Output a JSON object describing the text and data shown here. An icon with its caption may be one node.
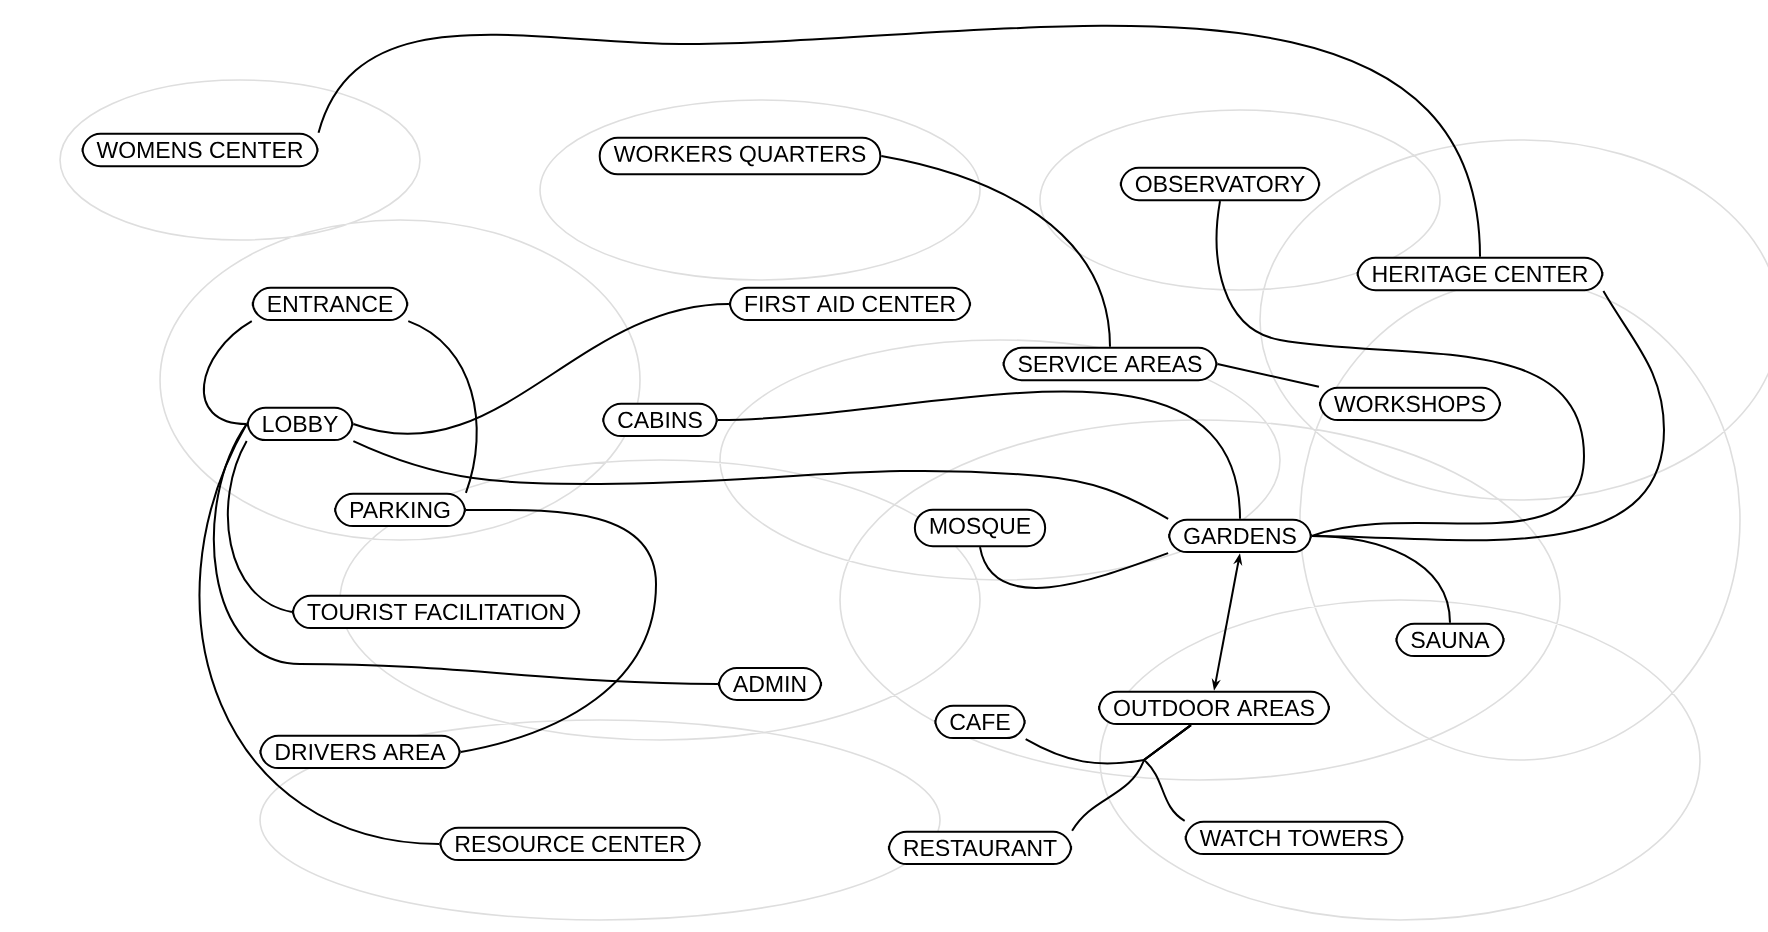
{
  "diagram": {
    "nodes": [
      {
        "text": [
          "WOMENS CENTER"
        ]
      },
      {
        "text": [
          "WORKERS QUARTERS"
        ]
      },
      {
        "text": [
          "OBSERVATORY"
        ]
      },
      {
        "text": [
          "ENTRANCE"
        ]
      },
      {
        "text": [
          "FIRST AID CENTER"
        ]
      },
      {
        "text": [
          "HERITAGE CENTER"
        ]
      },
      {
        "text": [
          "SERVICE AREAS"
        ]
      },
      {
        "text": [
          "WORKSHOPS"
        ]
      },
      {
        "text": [
          "LOBBY"
        ]
      },
      {
        "text": [
          "CABINS"
        ]
      },
      {
        "text": [
          "PARKING"
        ]
      },
      {
        "text": [
          "MOSQUE"
        ]
      },
      {
        "text": [
          "GARDENS"
        ]
      },
      {
        "text": [
          "TOURIST FACILITATION"
        ]
      },
      {
        "text": [
          "SAUNA"
        ]
      },
      {
        "text": [
          "ADMIN"
        ]
      },
      {
        "text": [
          "CAFE"
        ]
      },
      {
        "text": [
          "OUTDOOR AREAS"
        ]
      },
      {
        "text": [
          "DRIVERS AREA"
        ]
      },
      {
        "text": [
          "RESOURCE CENTER"
        ]
      },
      {
        "text": [
          "RESTAURANT"
        ]
      },
      {
        "text": [
          "WATCH TOWERS"
        ]
      }
    ],
    "edges": [
      {
        "from": 0,
        "to": 5,
        "arrow": "none"
      },
      {
        "from": 1,
        "to": 6,
        "arrow": "none"
      },
      {
        "from": 2,
        "to": 12,
        "arrow": "none"
      },
      {
        "from": 5,
        "to": 12,
        "arrow": "none"
      },
      {
        "from": 6,
        "to": 7,
        "arrow": "none"
      },
      {
        "from": 9,
        "to": 12,
        "arrow": "none"
      },
      {
        "from": 8,
        "to": 12,
        "arrow": "none"
      },
      {
        "from": 11,
        "to": 12,
        "arrow": "none"
      },
      {
        "from": 12,
        "to": 17,
        "arrow": "both"
      },
      {
        "from": 12,
        "to": 14,
        "arrow": "none"
      },
      {
        "from": 3,
        "to": 8,
        "arrow": "none"
      },
      {
        "from": 3,
        "to": 10,
        "arrow": "none"
      },
      {
        "from": 8,
        "to": 4,
        "arrow": "none"
      },
      {
        "from": 8,
        "to": 13,
        "arrow": "none"
      },
      {
        "from": 8,
        "to": 15,
        "arrow": "none"
      },
      {
        "from": 8,
        "to": 19,
        "arrow": "none"
      },
      {
        "from": 10,
        "to": 18,
        "arrow": "none"
      },
      {
        "from": 16,
        "to": 17,
        "arrow": "none"
      },
      {
        "from": 20,
        "to": 17,
        "arrow": "none"
      },
      {
        "from": 21,
        "to": 17,
        "arrow": "none"
      }
    ]
  }
}
